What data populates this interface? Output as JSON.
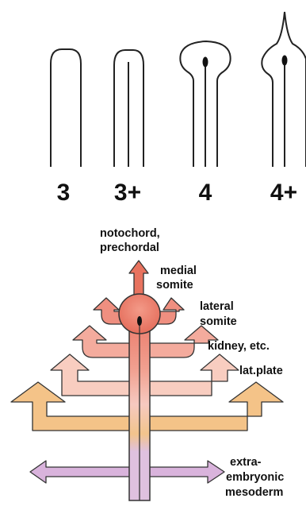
{
  "stages": [
    {
      "label": "3"
    },
    {
      "label": "3+"
    },
    {
      "label": "4"
    },
    {
      "label": "4+"
    }
  ],
  "fates": [
    {
      "lines": [
        "notochord,",
        "prechordal"
      ],
      "color": "#e8735f"
    },
    {
      "lines": [
        "medial",
        "somite"
      ],
      "color": "#ef8f80"
    },
    {
      "lines": [
        "lateral",
        "somite"
      ],
      "color": "#f4ab9d"
    },
    {
      "lines": [
        "kidney, etc."
      ],
      "color": "#f8cdc0"
    },
    {
      "lines": [
        "lat.plate"
      ],
      "color": "#f4c388"
    },
    {
      "lines": [
        "extra-",
        "embryonic",
        "mesoderm"
      ],
      "color": "#d9b3dc"
    }
  ],
  "colors": {
    "streak_top": "#ec8070",
    "streak_mid": "#f6c9c0",
    "streak_lower": "#f2c48c",
    "streak_bottom": "#dfc1df",
    "stroke": "#333333"
  }
}
